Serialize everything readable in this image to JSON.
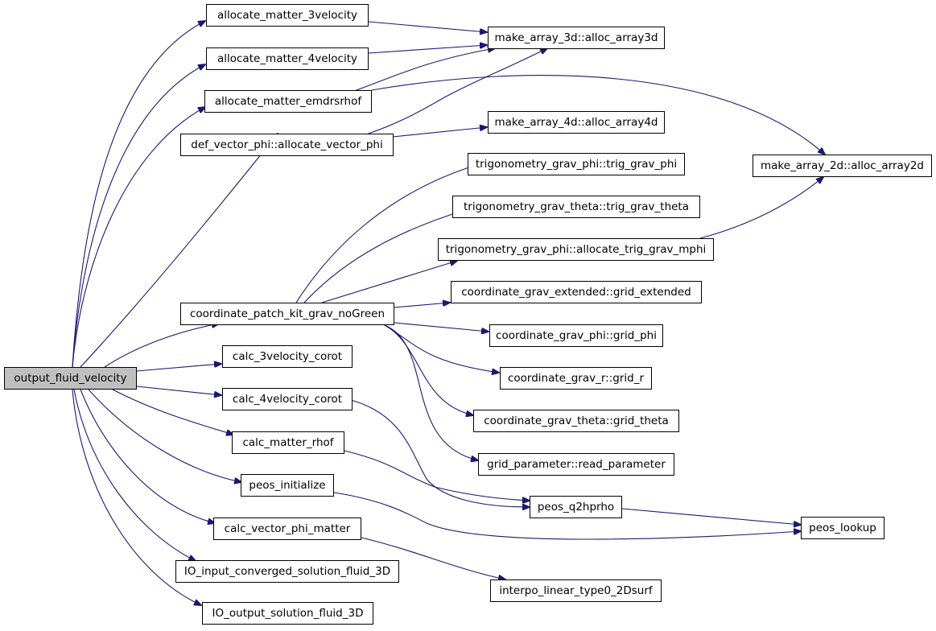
{
  "nodes": {
    "root": "output_fluid_velocity",
    "a3v": "allocate_matter_3velocity",
    "a4v": "allocate_matter_4velocity",
    "aem": "allocate_matter_emdrsrhof",
    "avp": "def_vector_phi::allocate_vector_phi",
    "m3d": "make_array_3d::alloc_array3d",
    "m4d": "make_array_4d::alloc_array4d",
    "m2d": "make_array_2d::alloc_array2d",
    "tgp": "trigonometry_grav_phi::trig_grav_phi",
    "tgt": "trigonometry_grav_theta::trig_grav_theta",
    "atm": "trigonometry_grav_phi::allocate_trig_grav_mphi",
    "cpk": "coordinate_patch_kit_grav_noGreen",
    "gex": "coordinate_grav_extended::grid_extended",
    "gph": "coordinate_grav_phi::grid_phi",
    "grr": "coordinate_grav_r::grid_r",
    "gth": "coordinate_grav_theta::grid_theta",
    "rpm": "grid_parameter::read_parameter",
    "c3v": "calc_3velocity_corot",
    "c4v": "calc_4velocity_corot",
    "cmr": "calc_matter_rhof",
    "pin": "peos_initialize",
    "pq2": "peos_q2hprho",
    "plk": "peos_lookup",
    "cvp": "calc_vector_phi_matter",
    "ilt": "interpo_linear_type0_2Dsurf",
    "iin": "IO_input_converged_solution_fluid_3D",
    "iou": "IO_output_solution_fluid_3D"
  },
  "colors": {
    "edge": "#191970",
    "root_fill": "#bfbfbf",
    "node_fill": "#ffffff"
  }
}
